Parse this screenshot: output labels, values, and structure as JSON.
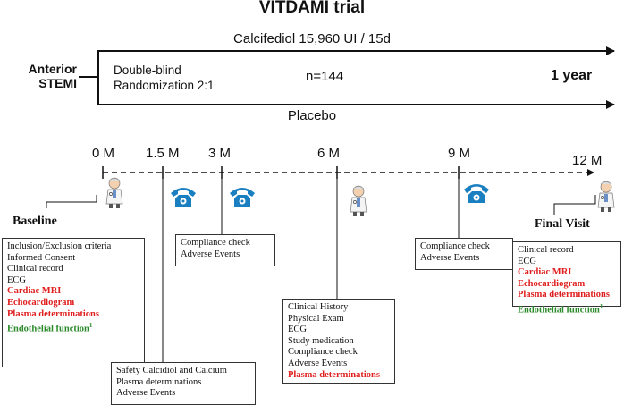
{
  "title": "VITDAMI trial",
  "design": {
    "population": [
      "Anterior",
      "STEMI"
    ],
    "arm_top": "Calcifediol 15,960 UI / 15d",
    "arm_bottom": "Placebo",
    "method_line1": "Double-blind",
    "method_line2": "Randomization 2:1",
    "n": "n=144",
    "duration": "1 year"
  },
  "timeline": {
    "months": [
      "0 M",
      "1.5 M",
      "3 M",
      "6 M",
      "9 M",
      "12 M"
    ]
  },
  "icons": {
    "doctor": "doctor-icon",
    "phone": "telephone-icon",
    "phone_color": "#1a7fc0"
  },
  "labels": {
    "baseline": "Baseline",
    "final_visit": "Final Visit"
  },
  "boxes": {
    "baseline": [
      {
        "text": "Inclusion/Exclusion criteria",
        "style": "normal"
      },
      {
        "text": "Informed Consent",
        "style": "normal"
      },
      {
        "text": "Clinical record",
        "style": "normal"
      },
      {
        "text": "ECG",
        "style": "normal"
      },
      {
        "text": "Cardiac MRI",
        "style": "red"
      },
      {
        "text": "Echocardiogram",
        "style": "red"
      },
      {
        "text": "Plasma determinations",
        "style": "red"
      },
      {
        "text": "Endothelial function",
        "style": "green",
        "sup": "1"
      }
    ],
    "m1_5": [
      {
        "text": "Safety Calcidiol  and Calcium",
        "style": "normal"
      },
      {
        "text": "Plasma determinations",
        "style": "normal"
      },
      {
        "text": "Adverse Events",
        "style": "normal"
      }
    ],
    "m3": [
      {
        "text": "Compliance check",
        "style": "normal"
      },
      {
        "text": "Adverse Events",
        "style": "normal"
      }
    ],
    "m6": [
      {
        "text": "Clinical History",
        "style": "normal"
      },
      {
        "text": "Physical Exam",
        "style": "normal"
      },
      {
        "text": "ECG",
        "style": "normal"
      },
      {
        "text": "Study medication",
        "style": "normal"
      },
      {
        "text": "Compliance check",
        "style": "normal"
      },
      {
        "text": "Adverse Events",
        "style": "normal"
      },
      {
        "text": "Plasma determinations",
        "style": "red"
      }
    ],
    "m9": [
      {
        "text": "Compliance check",
        "style": "normal"
      },
      {
        "text": "Adverse Events",
        "style": "normal"
      }
    ],
    "final": [
      {
        "text": "Clinical record",
        "style": "normal"
      },
      {
        "text": "ECG",
        "style": "normal"
      },
      {
        "text": "Cardiac MRI",
        "style": "red"
      },
      {
        "text": "Echocardiogram",
        "style": "red"
      },
      {
        "text": "Plasma determinations",
        "style": "red"
      },
      {
        "text": "Endothelial function",
        "style": "green",
        "sup": "1"
      }
    ]
  },
  "colors": {
    "red": "#e02020",
    "green": "#2a8a2a"
  }
}
